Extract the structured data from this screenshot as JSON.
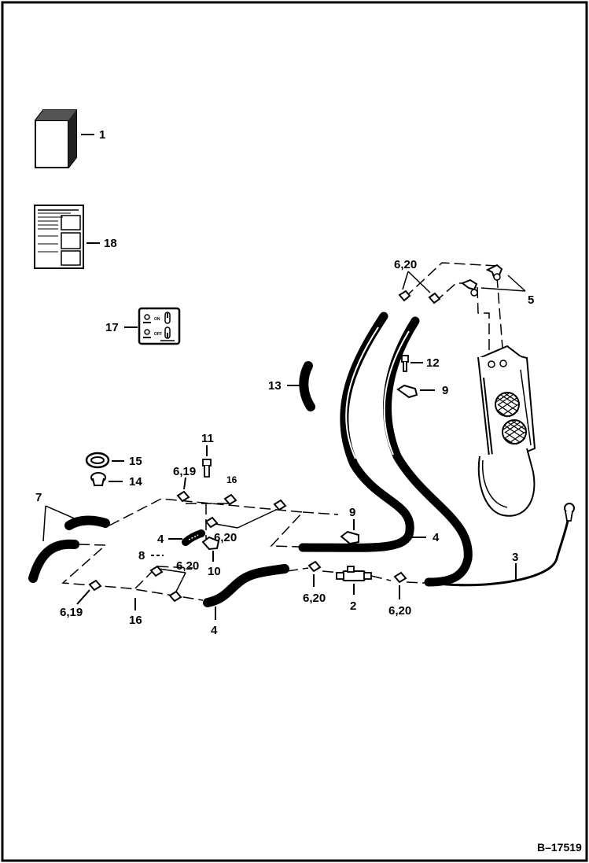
{
  "figure_ref": "B–17519",
  "callouts": {
    "c1": "1",
    "c18": "18",
    "c17": "17",
    "c620_top": "6,20",
    "c5": "5",
    "c12": "12",
    "c9_right": "9",
    "c13": "13",
    "c11": "11",
    "c15": "15",
    "c14": "14",
    "c619_top": "6,19",
    "c7": "7",
    "c4_left": "4",
    "c620_mid": "6,20",
    "c10": "10",
    "c8": "8",
    "c620_low": "6,20",
    "c619_bottom": "6,19",
    "c16": "16",
    "c4_bottom": "4",
    "c9_mid": "9",
    "c4_right": "4",
    "c3": "3",
    "c620_br": "6,20",
    "c2": "2",
    "c620_bm": "6,20"
  },
  "decal_text": {
    "on": "ON",
    "off": "OFF"
  }
}
